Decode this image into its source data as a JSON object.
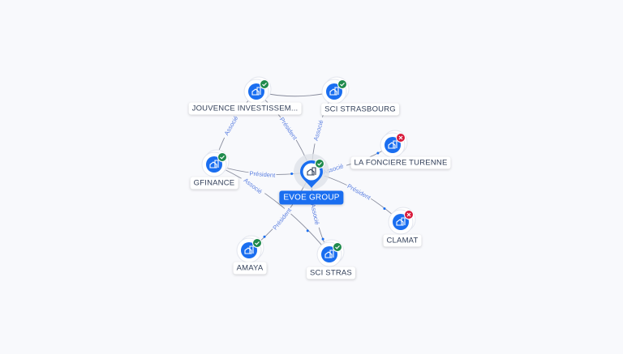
{
  "center": {
    "id": "evoe",
    "label": "EVOE GROUP",
    "status": "active"
  },
  "nodes": [
    {
      "id": "jouvence",
      "label": "JOUVENCE INVESTISSEM...",
      "status": "active"
    },
    {
      "id": "scistrasbourg",
      "label": "SCI STRASBOURG",
      "status": "active"
    },
    {
      "id": "fonciere",
      "label": "LA FONCIERE TURENNE",
      "status": "closed"
    },
    {
      "id": "gfinance",
      "label": "GFINANCE",
      "status": "active"
    },
    {
      "id": "clamat",
      "label": "CLAMAT",
      "status": "closed"
    },
    {
      "id": "amaya",
      "label": "AMAYA",
      "status": "active"
    },
    {
      "id": "scistras",
      "label": "SCI STRAS",
      "status": "active"
    }
  ],
  "edges": [
    {
      "from": "gfinance",
      "to": "jouvence",
      "label": "Associé"
    },
    {
      "from": "gfinance",
      "to": "evoe",
      "label": "Président"
    },
    {
      "from": "gfinance",
      "to": "scistras",
      "label": "Associé"
    },
    {
      "from": "evoe",
      "to": "jouvence",
      "label": "Président"
    },
    {
      "from": "evoe",
      "to": "scistrasbourg",
      "label": "Associé"
    },
    {
      "from": "evoe",
      "to": "fonciere",
      "label": "Associé"
    },
    {
      "from": "evoe",
      "to": "clamat",
      "label": "Président"
    },
    {
      "from": "evoe",
      "to": "scistras",
      "label": "Associé"
    },
    {
      "from": "evoe",
      "to": "amaya",
      "label": "Président"
    },
    {
      "from": "jouvence",
      "to": "scistrasbourg",
      "label": ""
    }
  ],
  "colors": {
    "accent": "#1a6ef0",
    "active": "#1f8a4c",
    "closed": "#d81b3c",
    "edge": "#6b7184",
    "edge_label": "#5b7fe0"
  }
}
